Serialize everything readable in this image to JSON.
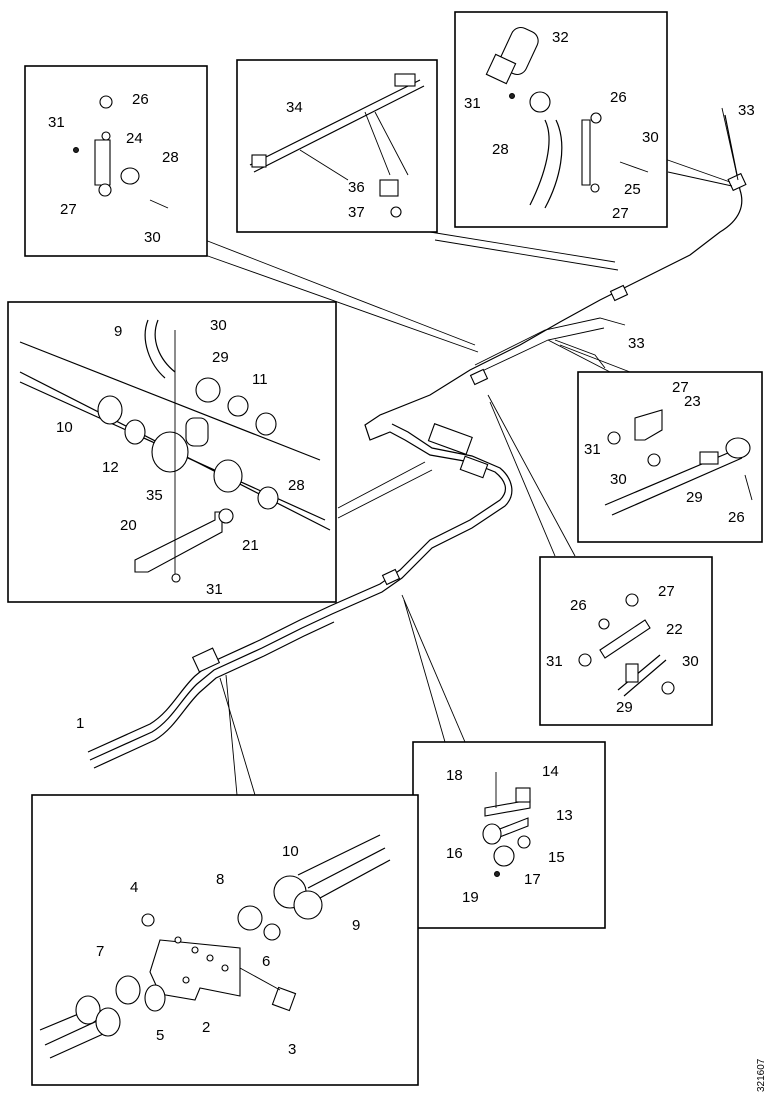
{
  "drawing_ref": "321607",
  "callouts": {
    "main": [
      {
        "id": "main-1",
        "label": "1"
      },
      {
        "id": "main-33a",
        "label": "33"
      },
      {
        "id": "main-33b",
        "label": "33"
      }
    ],
    "box_a": [
      {
        "id": "a-26",
        "label": "26"
      },
      {
        "id": "a-31",
        "label": "31"
      },
      {
        "id": "a-24",
        "label": "24"
      },
      {
        "id": "a-28",
        "label": "28"
      },
      {
        "id": "a-27",
        "label": "27"
      },
      {
        "id": "a-30",
        "label": "30"
      }
    ],
    "box_b": [
      {
        "id": "b-34",
        "label": "34"
      },
      {
        "id": "b-36",
        "label": "36"
      },
      {
        "id": "b-37",
        "label": "37"
      }
    ],
    "box_c": [
      {
        "id": "c-32",
        "label": "32"
      },
      {
        "id": "c-31",
        "label": "31"
      },
      {
        "id": "c-26",
        "label": "26"
      },
      {
        "id": "c-28",
        "label": "28"
      },
      {
        "id": "c-30",
        "label": "30"
      },
      {
        "id": "c-25",
        "label": "25"
      },
      {
        "id": "c-27",
        "label": "27"
      }
    ],
    "box_d": [
      {
        "id": "d-9",
        "label": "9"
      },
      {
        "id": "d-30",
        "label": "30"
      },
      {
        "id": "d-29",
        "label": "29"
      },
      {
        "id": "d-11",
        "label": "11"
      },
      {
        "id": "d-10",
        "label": "10"
      },
      {
        "id": "d-12",
        "label": "12"
      },
      {
        "id": "d-35",
        "label": "35"
      },
      {
        "id": "d-28",
        "label": "28"
      },
      {
        "id": "d-20",
        "label": "20"
      },
      {
        "id": "d-21",
        "label": "21"
      },
      {
        "id": "d-31",
        "label": "31"
      }
    ],
    "box_e": [
      {
        "id": "e-27",
        "label": "27"
      },
      {
        "id": "e-23",
        "label": "23"
      },
      {
        "id": "e-31",
        "label": "31"
      },
      {
        "id": "e-30",
        "label": "30"
      },
      {
        "id": "e-29",
        "label": "29"
      },
      {
        "id": "e-26",
        "label": "26"
      }
    ],
    "box_f": [
      {
        "id": "f-27",
        "label": "27"
      },
      {
        "id": "f-26",
        "label": "26"
      },
      {
        "id": "f-22",
        "label": "22"
      },
      {
        "id": "f-31",
        "label": "31"
      },
      {
        "id": "f-30",
        "label": "30"
      },
      {
        "id": "f-29",
        "label": "29"
      }
    ],
    "box_g": [
      {
        "id": "g-18",
        "label": "18"
      },
      {
        "id": "g-14",
        "label": "14"
      },
      {
        "id": "g-13",
        "label": "13"
      },
      {
        "id": "g-16",
        "label": "16"
      },
      {
        "id": "g-15",
        "label": "15"
      },
      {
        "id": "g-17",
        "label": "17"
      },
      {
        "id": "g-19",
        "label": "19"
      }
    ],
    "box_h": [
      {
        "id": "h-10",
        "label": "10"
      },
      {
        "id": "h-4",
        "label": "4"
      },
      {
        "id": "h-8",
        "label": "8"
      },
      {
        "id": "h-9",
        "label": "9"
      },
      {
        "id": "h-7",
        "label": "7"
      },
      {
        "id": "h-6",
        "label": "6"
      },
      {
        "id": "h-5",
        "label": "5"
      },
      {
        "id": "h-2",
        "label": "2"
      },
      {
        "id": "h-3",
        "label": "3"
      }
    ]
  }
}
